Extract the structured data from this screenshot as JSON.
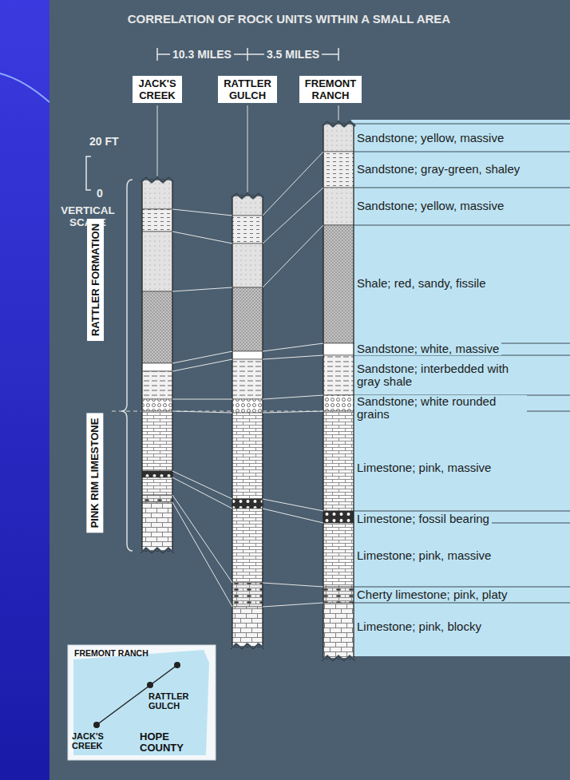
{
  "diagram": {
    "title": "CORRELATION OF ROCK UNITS WITHIN A SMALL AREA",
    "nodes": [
      {
        "text": [
          "JACK'S CREEK"
        ]
      },
      {
        "text": [
          "RATTLER GULCH"
        ]
      },
      {
        "text": [
          "FREMONT RANCH"
        ]
      },
      {
        "text": [
          "RATTLER FORMATION"
        ]
      },
      {
        "text": [
          "PINK RIM LIMESTONE"
        ]
      },
      {
        "text": [
          "FREMONT RANCH",
          "RATTLER GULCH",
          "JACK'S CREEK",
          "HOPE COUNTY"
        ]
      }
    ],
    "labels": [
      "10.3 MILES",
      "3.5 MILES",
      "20 FT",
      "0",
      "VERTICAL SCALE",
      "Sandstone; yellow, massive",
      "Sandstone; gray-green, shaley",
      "Sandstone; yellow, massive",
      "Shale; red, sandy, fissile",
      "Sandstone; white, massive",
      "Sandstone; interbedded with gray shale",
      "Sandstone; white rounded grains",
      "Limestone; pink, massive",
      "Limestone; fossil bearing",
      "Limestone; pink, massive",
      "Cherty limestone; pink, platy",
      "Limestone; pink, blocky"
    ]
  }
}
